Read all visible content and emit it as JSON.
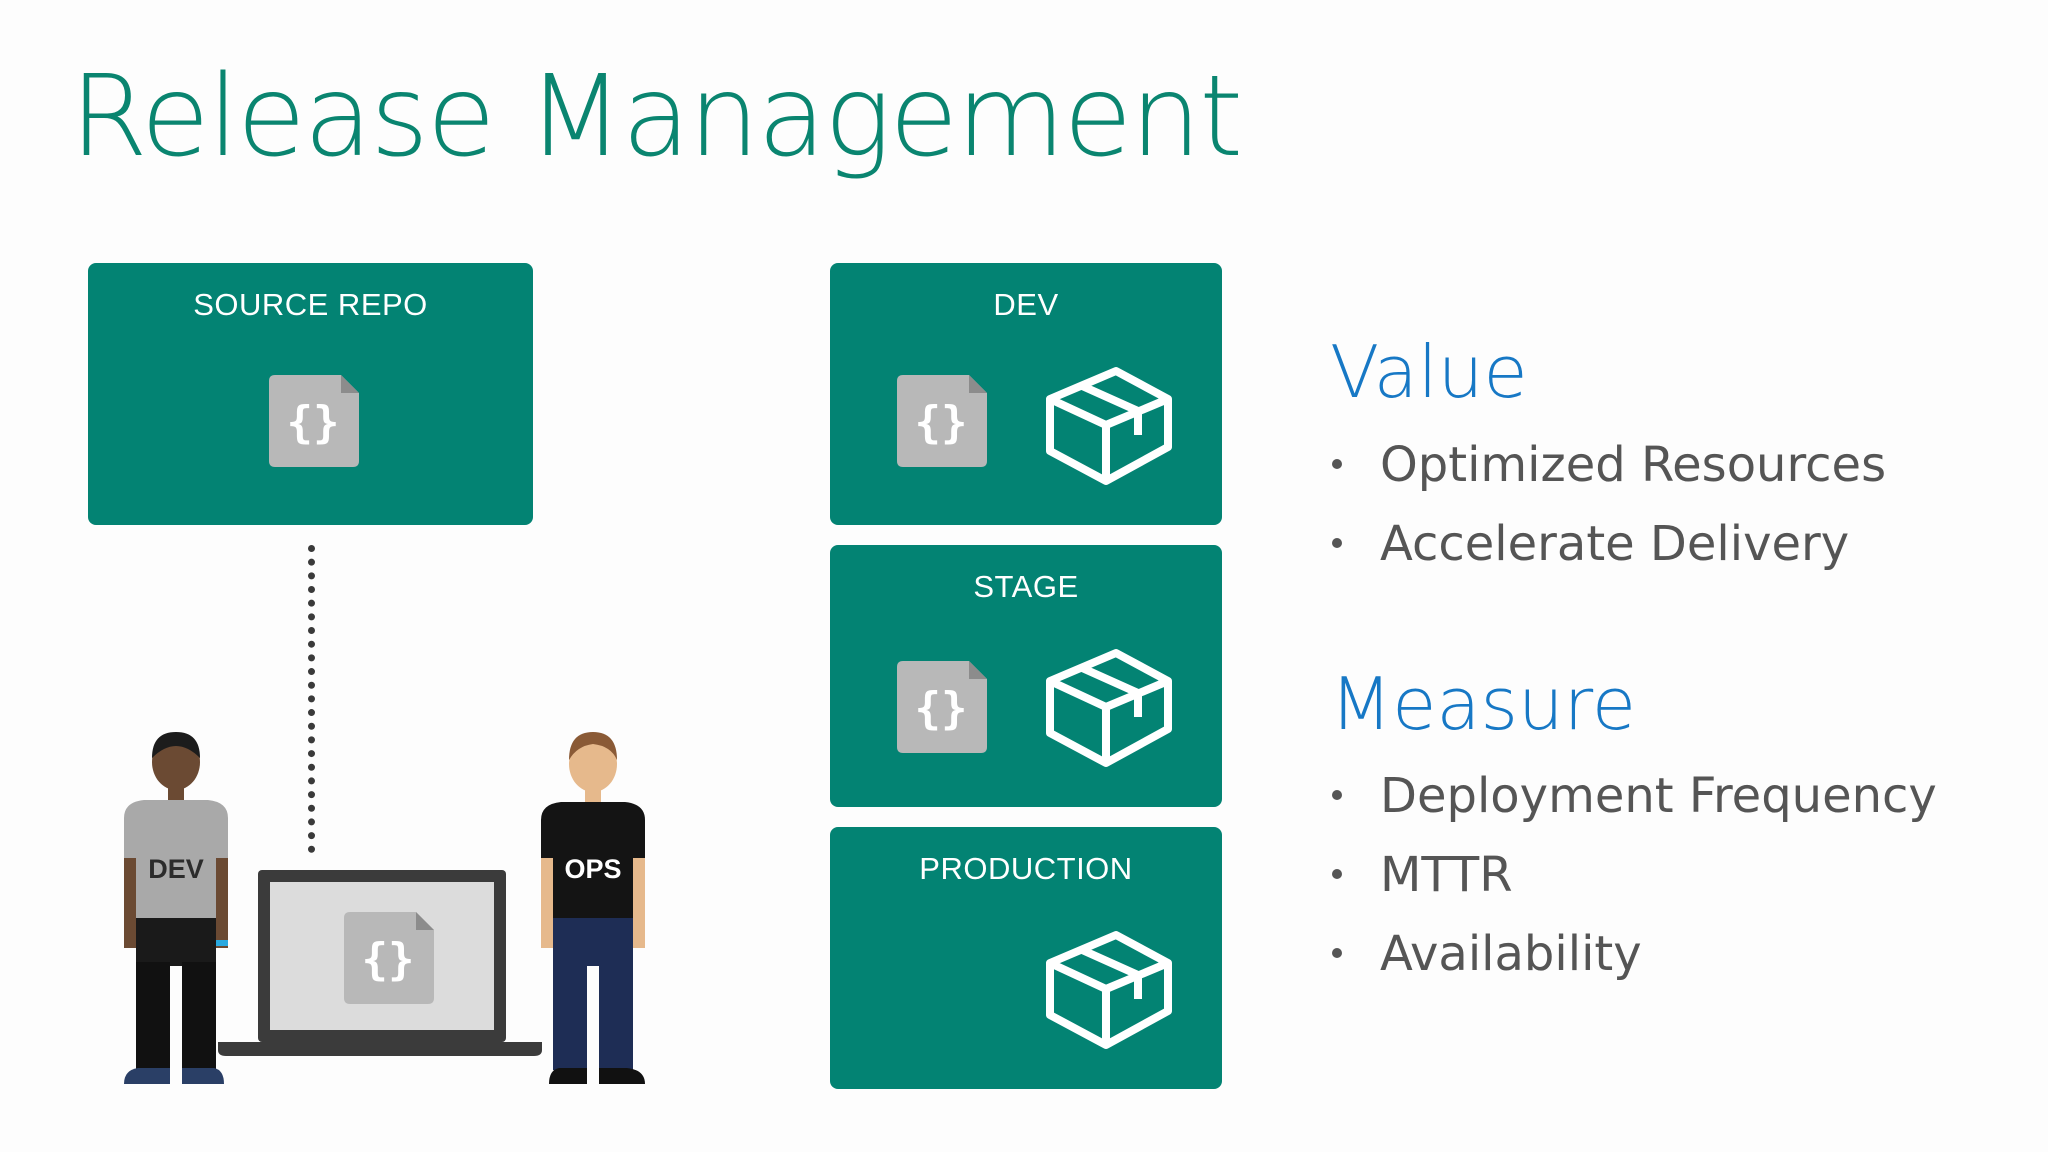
{
  "slide": {
    "title": "Release Management"
  },
  "diagram": {
    "source_repo": {
      "label": "SOURCE REPO",
      "doc_icon": "curly-braces-file-icon"
    },
    "environments": [
      {
        "label": "DEV",
        "has_code": true,
        "has_package": true
      },
      {
        "label": "STAGE",
        "has_code": true,
        "has_package": true
      },
      {
        "label": "PRODUCTION",
        "has_code": false,
        "has_package": true
      }
    ],
    "people": [
      {
        "shirt_label": "DEV"
      },
      {
        "shirt_label": "OPS"
      }
    ],
    "colors": {
      "box": "#038373",
      "title": "#0a8570",
      "heading": "#1778c5",
      "doc": "#b8b8b8"
    }
  },
  "value": {
    "heading": "Value",
    "items": [
      "Optimized Resources",
      "Accelerate Delivery"
    ]
  },
  "measure": {
    "heading": "Measure",
    "items": [
      "Deployment Frequency",
      "MTTR",
      "Availability"
    ]
  }
}
